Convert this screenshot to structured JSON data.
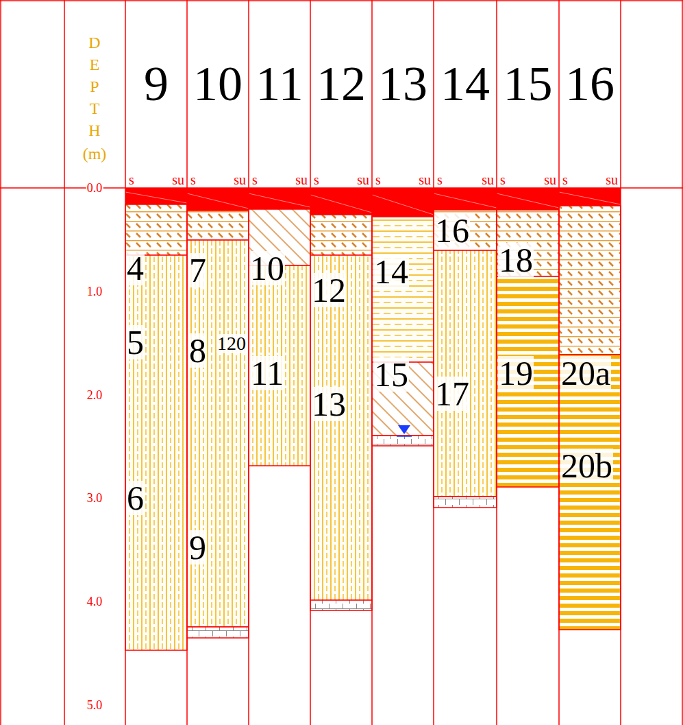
{
  "diagram": {
    "labels": [
      "DEPTH",
      "(m)",
      "0.0",
      "1.0",
      "2.0",
      "3.0",
      "4.0",
      "5.0",
      "9",
      "10",
      "11",
      "12",
      "13",
      "14",
      "15",
      "16",
      "s",
      "su",
      "s",
      "su",
      "s",
      "su",
      "s",
      "su",
      "s",
      "su",
      "s",
      "su",
      "s",
      "su",
      "s",
      "su",
      "4",
      "5",
      "6",
      "7",
      "8",
      "120",
      "9",
      "10",
      "11",
      "12",
      "13",
      "14",
      "15",
      "16",
      "17",
      "18",
      "19",
      "20a",
      "20b"
    ]
  }
}
